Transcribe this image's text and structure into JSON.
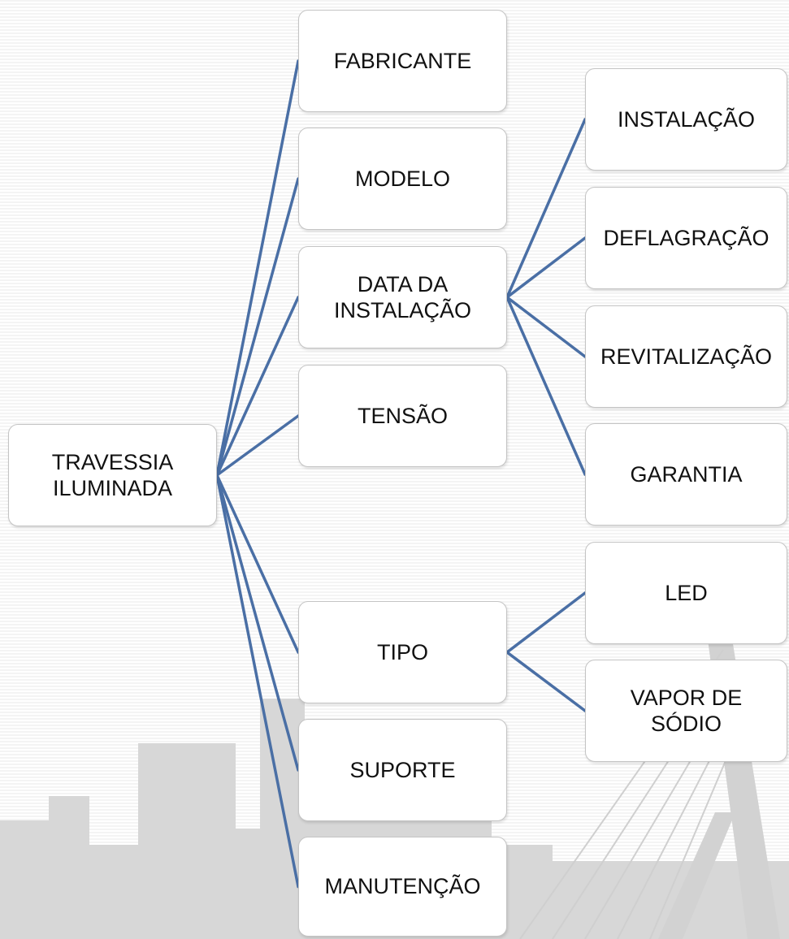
{
  "root": {
    "label": "TRAVESSIA\nILUMINADA"
  },
  "branches": [
    {
      "label": "FABRICANTE"
    },
    {
      "label": "MODELO"
    },
    {
      "label": "DATA DA\nINSTALAÇÃO"
    },
    {
      "label": "TENSÃO"
    },
    {
      "label": "TIPO"
    },
    {
      "label": "SUPORTE"
    },
    {
      "label": "MANUTENÇÃO"
    }
  ],
  "data_children": [
    {
      "label": "INSTALAÇÃO"
    },
    {
      "label": "DEFLAGRAÇÃO"
    },
    {
      "label": "REVITALIZAÇÃO"
    },
    {
      "label": "GARANTIA"
    }
  ],
  "tipo_children": [
    {
      "label": "LED"
    },
    {
      "label": "VAPOR DE\nSÓDIO"
    }
  ],
  "colors": {
    "connector": "#4a6fa5",
    "node_border": "#c4c4c4",
    "background_art": "#d6d6d6"
  }
}
